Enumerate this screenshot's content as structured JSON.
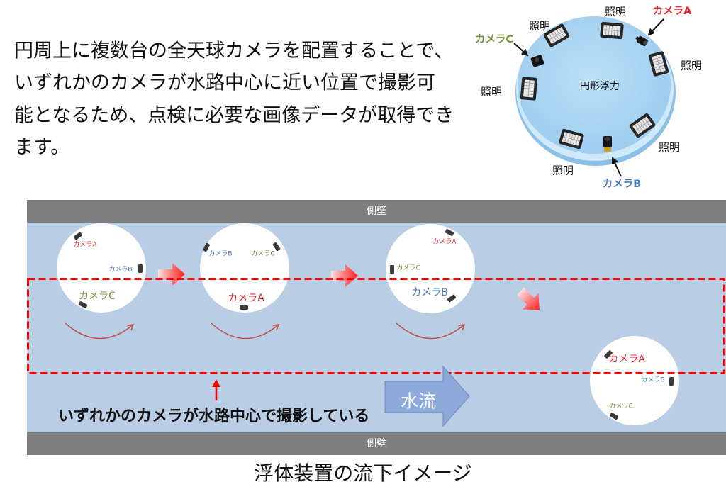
{
  "intro": {
    "lines": [
      "円周上に複数台の全天球カメラを配置することで、",
      "いずれかのカメラが水路中心に近い位置で撮影可",
      "能となるため、点検に必要な画像データが取得でき",
      "ます。"
    ]
  },
  "photo": {
    "float_label": "円形浮力",
    "light_labels": [
      "照明",
      "照明",
      "照明",
      "照明",
      "照明",
      "照明"
    ],
    "camera_a_label": "カメラA",
    "camera_b_label": "カメラB",
    "camera_c_label": "カメラC"
  },
  "channel": {
    "wall_top_label": "側壁",
    "wall_bottom_label": "側壁",
    "floats": [
      {
        "camera_a": "カメラA",
        "camera_b": "カメラB",
        "camera_c": "カメラC"
      },
      {
        "camera_a": "カメラA",
        "camera_b": "カメラB",
        "camera_c": "カメラC"
      },
      {
        "camera_a": "カメラA",
        "camera_b": "カメラB",
        "camera_c": "カメラC"
      },
      {
        "camera_a": "カメラA",
        "camera_b": "カメラB",
        "camera_c": "カメラC"
      }
    ],
    "center_zone_note": "いずれかのカメラが水路中心で撮影している",
    "flow_label": "水流"
  },
  "caption": "浮体装置の流下イメージ",
  "colors": {
    "camera_a": "#e3262d",
    "camera_b": "#4a7ebb",
    "camera_c": "#77933c",
    "side_wall": "#7f7f7f",
    "water": "#b9cde5",
    "center_zone_outline": "#ff0000",
    "flow_arrow": "#8eaadb"
  }
}
